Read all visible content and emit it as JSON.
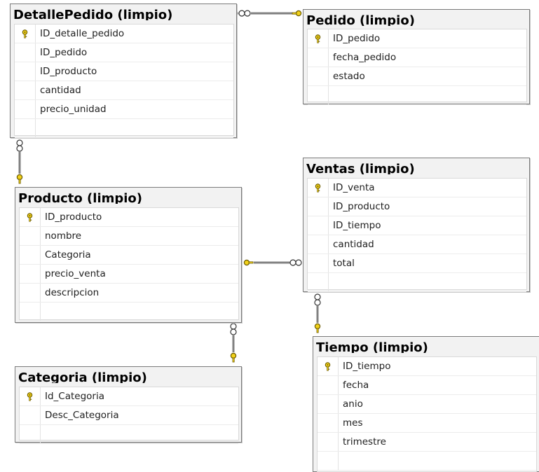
{
  "diagram": {
    "tables": {
      "detalle_pedido": {
        "title": "DetallePedido (limpio)",
        "columns": [
          {
            "name": "ID_detalle_pedido",
            "pk": true
          },
          {
            "name": "ID_pedido",
            "pk": false
          },
          {
            "name": "ID_producto",
            "pk": false
          },
          {
            "name": "cantidad",
            "pk": false
          },
          {
            "name": "precio_unidad",
            "pk": false
          }
        ]
      },
      "pedido": {
        "title": "Pedido (limpio)",
        "columns": [
          {
            "name": "ID_pedido",
            "pk": true
          },
          {
            "name": "fecha_pedido",
            "pk": false
          },
          {
            "name": "estado",
            "pk": false
          }
        ]
      },
      "producto": {
        "title": "Producto (limpio)",
        "columns": [
          {
            "name": "ID_producto",
            "pk": true
          },
          {
            "name": "nombre",
            "pk": false
          },
          {
            "name": "Categoria",
            "pk": false
          },
          {
            "name": "precio_venta",
            "pk": false
          },
          {
            "name": "descripcion",
            "pk": false
          }
        ]
      },
      "ventas": {
        "title": "Ventas (limpio)",
        "columns": [
          {
            "name": "ID_venta",
            "pk": true
          },
          {
            "name": "ID_producto",
            "pk": false
          },
          {
            "name": "ID_tiempo",
            "pk": false
          },
          {
            "name": "cantidad",
            "pk": false
          },
          {
            "name": "total",
            "pk": false
          }
        ]
      },
      "categoria": {
        "title": "Categoria (limpio)",
        "columns": [
          {
            "name": "Id_Categoria",
            "pk": true
          },
          {
            "name": "Desc_Categoria",
            "pk": false
          }
        ]
      },
      "tiempo": {
        "title": "Tiempo (limpio)",
        "columns": [
          {
            "name": "ID_tiempo",
            "pk": true
          },
          {
            "name": "fecha",
            "pk": false
          },
          {
            "name": "anio",
            "pk": false
          },
          {
            "name": "mes",
            "pk": false
          },
          {
            "name": "trimestre",
            "pk": false
          }
        ]
      }
    },
    "relationships": [
      {
        "from": "detalle_pedido",
        "to": "pedido",
        "one_side": "pedido",
        "many_side": "detalle_pedido"
      },
      {
        "from": "detalle_pedido",
        "to": "producto",
        "one_side": "producto",
        "many_side": "detalle_pedido"
      },
      {
        "from": "ventas",
        "to": "producto",
        "one_side": "producto",
        "many_side": "ventas"
      },
      {
        "from": "producto",
        "to": "categoria",
        "one_side": "categoria",
        "many_side": "producto"
      },
      {
        "from": "ventas",
        "to": "tiempo",
        "one_side": "tiempo",
        "many_side": "ventas"
      }
    ],
    "colors": {
      "key": "#f2d21b",
      "key_outline": "#6b5a00",
      "connector": "#808080"
    }
  }
}
